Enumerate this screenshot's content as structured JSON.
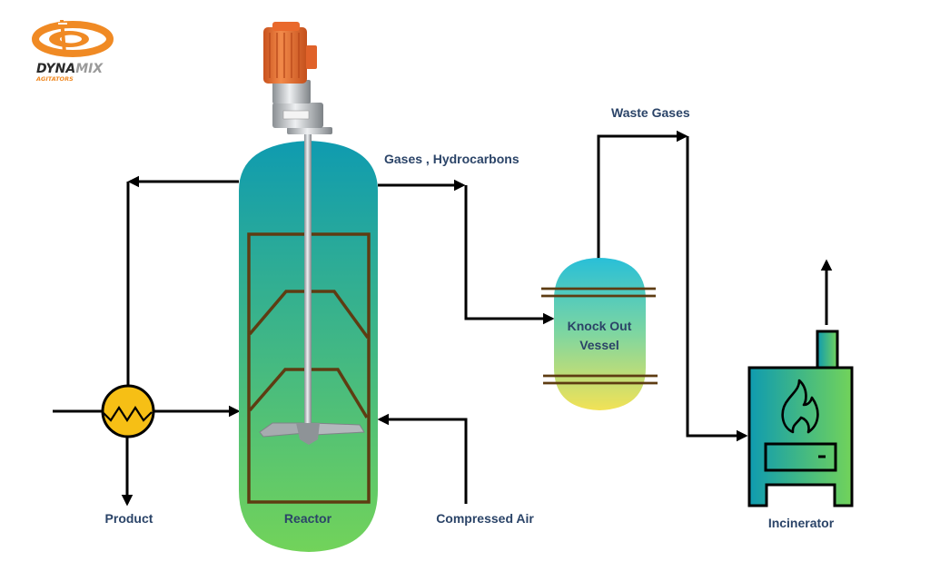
{
  "brand": {
    "name_part1": "DYNA",
    "name_part2": "MIX",
    "tagline": "AGITATORS",
    "colors": {
      "orange": "#f08a24",
      "dark": "#2a2a2a",
      "gray": "#9a9a9a"
    }
  },
  "labels": {
    "gases_hydrocarbons": "Gases , Hydrocarbons",
    "waste_gases": "Waste Gases",
    "knock_out_line1": "Knock Out",
    "knock_out_line2": "Vessel",
    "reactor": "Reactor",
    "product": "Product",
    "compressed_air": "Compressed Air",
    "incinerator": "Incinerator"
  },
  "colors": {
    "label_text": "#2b4468",
    "reactor_top": "#0f9bb0",
    "reactor_bottom": "#72d35a",
    "baffle_brown": "#5e3c12",
    "knockout_top": "#28bfd8",
    "knockout_bottom": "#f2e256",
    "heat_exchanger": "#f6bf15",
    "incinerator_left": "#0f9bb0",
    "incinerator_right": "#72d35a",
    "motor_orange": "#e9692c",
    "flow_line": "#000000"
  }
}
